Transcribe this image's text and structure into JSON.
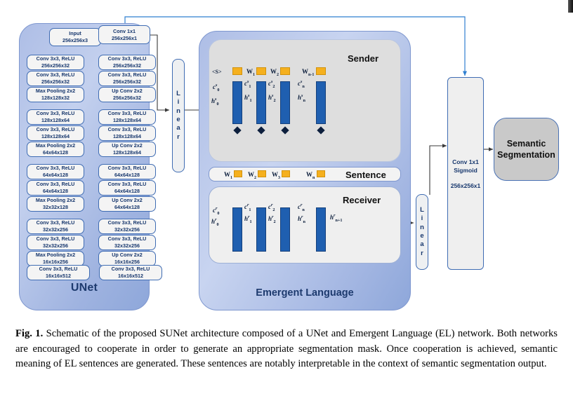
{
  "figure": {
    "unet": {
      "title": "UNet",
      "encoder": [
        {
          "l1": "Input",
          "l2": "256x256x3"
        },
        {
          "l1": "Conv 3x3, ReLU",
          "l2": "256x256x32"
        },
        {
          "l1": "Conv 3x3, ReLU",
          "l2": "256x256x32"
        },
        {
          "l1": "Max Pooling 2x2",
          "l2": "128x128x32"
        },
        {
          "l1": "Conv 3x3, ReLU",
          "l2": "128x128x64"
        },
        {
          "l1": "Conv 3x3, ReLU",
          "l2": "128x128x64"
        },
        {
          "l1": "Max Pooling 2x2",
          "l2": "64x64x128"
        },
        {
          "l1": "Conv 3x3, ReLU",
          "l2": "64x64x128"
        },
        {
          "l1": "Conv 3x3, ReLU",
          "l2": "64x64x128"
        },
        {
          "l1": "Max Pooling 2x2",
          "l2": "32x32x128"
        },
        {
          "l1": "Conv 3x3, ReLU",
          "l2": "32x32x256"
        },
        {
          "l1": "Conv 3x3, ReLU",
          "l2": "32x32x256"
        },
        {
          "l1": "Max Pooling 2x2",
          "l2": "16x16x256"
        },
        {
          "l1": "Conv 3x3, ReLU",
          "l2": "16x16x512"
        }
      ],
      "decoder": [
        {
          "l1": "Conv 1x1",
          "l2": "256x256x1"
        },
        {
          "l1": "Conv 3x3, ReLU",
          "l2": "256x256x32"
        },
        {
          "l1": "Conv 3x3, ReLU",
          "l2": "256x256x32"
        },
        {
          "l1": "Up Conv 2x2",
          "l2": "256x256x32"
        },
        {
          "l1": "Conv 3x3, ReLU",
          "l2": "128x128x64"
        },
        {
          "l1": "Conv 3x3, ReLU",
          "l2": "128x128x64"
        },
        {
          "l1": "Up Conv 2x2",
          "l2": "128x128x64"
        },
        {
          "l1": "Conv 3x3, ReLU",
          "l2": "64x64x128"
        },
        {
          "l1": "Conv 3x3, ReLU",
          "l2": "64x64x128"
        },
        {
          "l1": "Up Conv 2x2",
          "l2": "64x64x128"
        },
        {
          "l1": "Conv 3x3, ReLU",
          "l2": "32x32x256"
        },
        {
          "l1": "Conv 3x3, ReLU",
          "l2": "32x32x256"
        },
        {
          "l1": "Up Conv 2x2",
          "l2": "16x16x256"
        },
        {
          "l1": "Conv 3x3, ReLU",
          "l2": "16x16x512"
        }
      ]
    },
    "linear_left": {
      "letters": [
        "L",
        "i",
        "n",
        "e",
        "a",
        "r"
      ]
    },
    "linear_right": {
      "letters": [
        "L",
        "i",
        "n",
        "e",
        "a",
        "r"
      ]
    },
    "el": {
      "title": "Emergent Language",
      "sender": {
        "label": "Sender",
        "start_token": "<S>",
        "tokens": [
          "W",
          "W",
          "W"
        ],
        "token_subs": [
          "1",
          "2",
          "n-1"
        ],
        "c_in": {
          "base": "c",
          "sub": "0",
          "sup": "s"
        },
        "h_in": {
          "base": "h",
          "sub": "0",
          "sup": "s"
        },
        "c_labels": [
          {
            "base": "c",
            "sub": "1",
            "sup": "s"
          },
          {
            "base": "c",
            "sub": "2",
            "sup": "s"
          },
          {
            "base": "c",
            "sub": "n",
            "sup": "s"
          }
        ],
        "h_labels": [
          {
            "base": "h",
            "sub": "1",
            "sup": "s"
          },
          {
            "base": "h",
            "sub": "2",
            "sup": "s"
          },
          {
            "base": "h",
            "sub": "n",
            "sup": "s"
          }
        ]
      },
      "sentence": {
        "label": "Sentence",
        "tokens": [
          "W",
          "W",
          "W",
          "W"
        ],
        "token_subs": [
          "1",
          "2",
          "3",
          "n"
        ]
      },
      "receiver": {
        "label": "Receiver",
        "c_in": {
          "base": "c",
          "sub": "0",
          "sup": "r"
        },
        "h_in": {
          "base": "h",
          "sub": "0",
          "sup": "r"
        },
        "c_labels": [
          {
            "base": "c",
            "sub": "1",
            "sup": "r"
          },
          {
            "base": "c",
            "sub": "2",
            "sup": "r"
          },
          {
            "base": "c",
            "sub": "n",
            "sup": "r"
          }
        ],
        "h_labels": [
          {
            "base": "h",
            "sub": "1",
            "sup": "r"
          },
          {
            "base": "h",
            "sub": "2",
            "sup": "r"
          },
          {
            "base": "h",
            "sub": "n",
            "sup": "r"
          }
        ],
        "h_out": {
          "base": "h",
          "sub": "n+1",
          "sup": "r"
        }
      }
    },
    "output": {
      "conv_sigmoid_l1": "Conv 1x1",
      "conv_sigmoid_l2": "Sigmoid",
      "conv_sigmoid_l3": "256x256x1",
      "semantic_segmentation": "Semantic\nSegmentation",
      "semantic_line1": "Semantic",
      "semantic_line2": "Segmentation"
    },
    "colors": {
      "rnn_blue": "#1f5fb0",
      "token_orange": "#f5b01e",
      "panel_blue": "#aebee6",
      "dashed_red": "#e8603c",
      "wire_grey": "#4f5b72",
      "wire_lightblue": "#2f7fd0",
      "text_navy": "#17376d"
    }
  },
  "caption": {
    "label": "Fig. 1.",
    "text": "Schematic of the proposed SUNet architecture composed of a UNet and Emergent Language (EL) network. Both networks are encouraged to cooperate in order to generate an appropriate segmentation mask. Once cooperation is achieved, semantic meaning of EL sentences are generated. These sentences are notably interpretable in the context of semantic segmentation output."
  }
}
